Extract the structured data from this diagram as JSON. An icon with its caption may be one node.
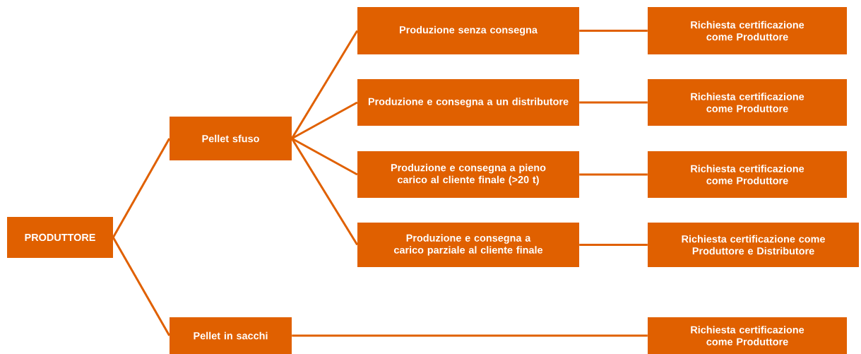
{
  "diagram": {
    "nodes": [
      {
        "text": [
          "PRODUTTORE"
        ]
      },
      {
        "text": [
          "Pellet sfuso"
        ]
      },
      {
        "text": [
          "Pellet in sacchi"
        ]
      },
      {
        "text": [
          "Produzione senza consegna"
        ]
      },
      {
        "text": [
          "Produzione e consegna a un distributore"
        ]
      },
      {
        "text": [
          "Produzione e consegna a pieno carico al cliente finale (>20 t)"
        ]
      },
      {
        "text": [
          "Produzione e consegna  a carico parziale al cliente finale"
        ]
      },
      {
        "text": [
          "Richiesta certificazione come Produttore"
        ]
      },
      {
        "text": [
          "Richiesta certificazione come Produttore"
        ]
      },
      {
        "text": [
          "Richiesta certificazione come Produttore"
        ]
      },
      {
        "text": [
          "Richiesta certificazione come Produttore e Distributore"
        ]
      },
      {
        "text": [
          "Richiesta certificazione come Produttore"
        ]
      }
    ],
    "edges": [
      {
        "from": 0,
        "to": 1,
        "arrow": "none"
      },
      {
        "from": 0,
        "to": 2,
        "arrow": "none"
      },
      {
        "from": 1,
        "to": 3,
        "arrow": "none"
      },
      {
        "from": 1,
        "to": 4,
        "arrow": "none"
      },
      {
        "from": 1,
        "to": 5,
        "arrow": "none"
      },
      {
        "from": 1,
        "to": 6,
        "arrow": "none"
      },
      {
        "from": 3,
        "to": 7,
        "arrow": "none"
      },
      {
        "from": 4,
        "to": 8,
        "arrow": "none"
      },
      {
        "from": 5,
        "to": 9,
        "arrow": "none"
      },
      {
        "from": 6,
        "to": 10,
        "arrow": "none"
      },
      {
        "from": 2,
        "to": 11,
        "arrow": "none"
      }
    ]
  }
}
